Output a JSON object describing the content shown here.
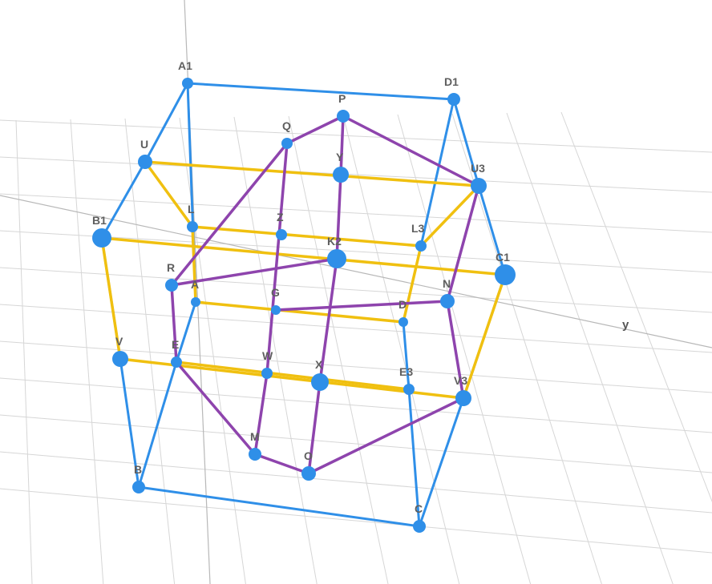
{
  "axis": {
    "y_label": "y"
  },
  "colors": {
    "blue": "#2f8fe8",
    "purple": "#8e44ad",
    "yellow": "#f0c010",
    "point": "#2f8fe8",
    "label": "#5f5f5f"
  },
  "points": {
    "A1": "A1",
    "D1": "D1",
    "P": "P",
    "Q": "Q",
    "U": "U",
    "Y": "Y",
    "U3": "U3",
    "L": "L",
    "Z": "Z",
    "L3": "L3",
    "B1": "B1",
    "K2": "K2",
    "C1": "C1",
    "R": "R",
    "A": "A",
    "G": "G",
    "D": "D",
    "N": "N",
    "V": "V",
    "E": "E",
    "W": "W",
    "X": "X",
    "E3": "E3",
    "V3": "V3",
    "M": "M",
    "O": "O",
    "B": "B",
    "C": "C"
  },
  "segments": [
    {
      "from": "A1",
      "to": "D1",
      "color": "blue"
    },
    {
      "from": "A1",
      "to": "U",
      "color": "blue"
    },
    {
      "from": "U",
      "to": "B1",
      "color": "blue"
    },
    {
      "from": "A1",
      "to": "A",
      "color": "blue"
    },
    {
      "from": "D1",
      "to": "U3",
      "color": "blue"
    },
    {
      "from": "U3",
      "to": "C1",
      "color": "blue"
    },
    {
      "from": "D1",
      "to": "L3",
      "color": "blue"
    },
    {
      "from": "B1",
      "to": "V",
      "color": "blue"
    },
    {
      "from": "V",
      "to": "B",
      "color": "blue"
    },
    {
      "from": "B",
      "to": "E",
      "color": "blue"
    },
    {
      "from": "E",
      "to": "A",
      "color": "blue"
    },
    {
      "from": "B",
      "to": "C",
      "color": "blue"
    },
    {
      "from": "C",
      "to": "V3",
      "color": "blue"
    },
    {
      "from": "V3",
      "to": "C1",
      "color": "blue"
    },
    {
      "from": "C",
      "to": "E3",
      "color": "blue"
    },
    {
      "from": "E3",
      "to": "D",
      "color": "blue"
    },
    {
      "from": "U",
      "to": "U3",
      "color": "yellow"
    },
    {
      "from": "B1",
      "to": "C1",
      "color": "yellow"
    },
    {
      "from": "V",
      "to": "V3",
      "color": "yellow"
    },
    {
      "from": "L",
      "to": "L3",
      "color": "yellow"
    },
    {
      "from": "A",
      "to": "D",
      "color": "yellow"
    },
    {
      "from": "U",
      "to": "L",
      "color": "yellow"
    },
    {
      "from": "L",
      "to": "A",
      "color": "yellow"
    },
    {
      "from": "U3",
      "to": "L3",
      "color": "yellow"
    },
    {
      "from": "L3",
      "to": "D",
      "color": "yellow"
    },
    {
      "from": "B1",
      "to": "V",
      "color": "yellow"
    },
    {
      "from": "C1",
      "to": "V3",
      "color": "yellow"
    },
    {
      "from": "E",
      "to": "E3",
      "color": "yellow"
    },
    {
      "from": "P",
      "to": "Q",
      "color": "purple"
    },
    {
      "from": "P",
      "to": "U3",
      "color": "purple"
    },
    {
      "from": "P",
      "to": "Y",
      "color": "purple"
    },
    {
      "from": "Q",
      "to": "R",
      "color": "purple"
    },
    {
      "from": "Q",
      "to": "W",
      "color": "purple"
    },
    {
      "from": "Y",
      "to": "K2",
      "color": "purple"
    },
    {
      "from": "K2",
      "to": "X",
      "color": "purple"
    },
    {
      "from": "X",
      "to": "O",
      "color": "purple"
    },
    {
      "from": "R",
      "to": "K2",
      "color": "purple"
    },
    {
      "from": "R",
      "to": "E",
      "color": "purple"
    },
    {
      "from": "E",
      "to": "M",
      "color": "purple"
    },
    {
      "from": "M",
      "to": "O",
      "color": "purple"
    },
    {
      "from": "O",
      "to": "V3",
      "color": "purple"
    },
    {
      "from": "V3",
      "to": "N",
      "color": "purple"
    },
    {
      "from": "N",
      "to": "U3",
      "color": "purple"
    },
    {
      "from": "N",
      "to": "G",
      "color": "purple"
    },
    {
      "from": "W",
      "to": "M",
      "color": "purple"
    }
  ]
}
